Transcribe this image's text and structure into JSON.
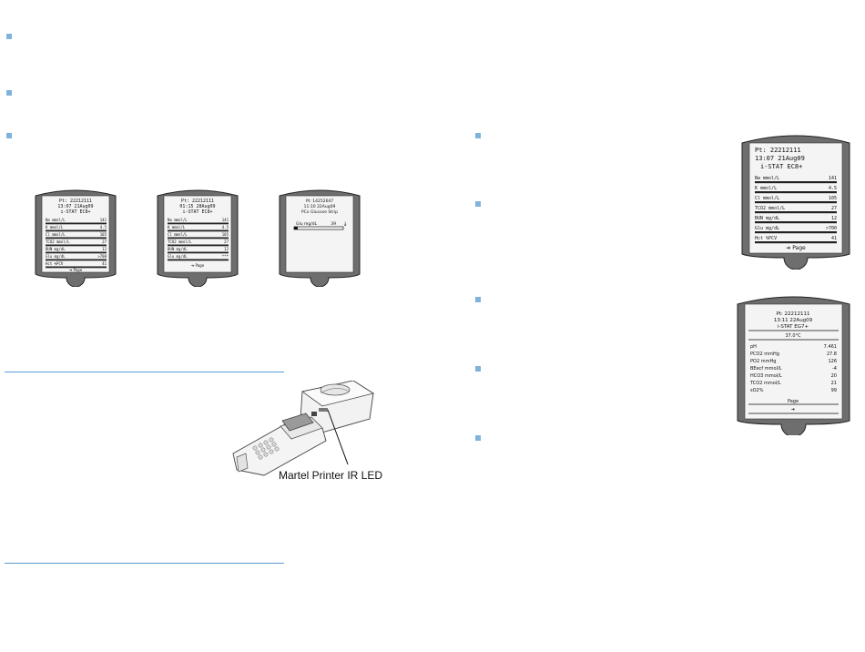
{
  "screens": {
    "small1": {
      "lines": [
        "Pt: 22212111",
        "13:07 21Aug09",
        "i-STAT EC8+"
      ],
      "rows": [
        {
          "label": "Na mmol/L",
          "value": "141"
        },
        {
          "label": "K mmol/L",
          "value": "4.5"
        },
        {
          "label": "Cl mmol/L",
          "value": "105"
        },
        {
          "label": "TCO2 mmol/L",
          "value": "27"
        },
        {
          "label": "BUN mg/dL",
          "value": "12"
        },
        {
          "label": "Glu mg/dL",
          "value": ">700"
        },
        {
          "label": "Hct %PCV",
          "value": "41"
        }
      ],
      "page": "➔ Page"
    },
    "small2": {
      "lines": [
        "Pt: 22212111",
        "01:15 28Aug09",
        "i-STAT EC8+"
      ],
      "rows": [
        {
          "label": "Na mmol/L",
          "value": "141"
        },
        {
          "label": "K mmol/L",
          "value": "4.5"
        },
        {
          "label": "Cl mmol/L",
          "value": "105"
        },
        {
          "label": "TCO2 mmol/L",
          "value": "27"
        },
        {
          "label": "BUN mg/dL",
          "value": "12"
        },
        {
          "label": "Glu mg/dL",
          "value": "***"
        }
      ],
      "page": "➔ Page"
    },
    "small3": {
      "lines": [
        "Pt: 14252647",
        "11:10 22Aug09",
        "PCx Glucose Strip"
      ],
      "glucose_label": "Glu mg/dL",
      "glucose_value": "39",
      "arrow": "↓"
    },
    "big1": {
      "lines": [
        "Pt: 22212111",
        "13:07 21Aug09",
        "i-STAT EC8+"
      ],
      "rows": [
        {
          "label": "Na mmol/L",
          "value": "141"
        },
        {
          "label": "K mmol/L",
          "value": "4.5"
        },
        {
          "label": "Cl mmol/L",
          "value": "105"
        },
        {
          "label": "TCO2 mmol/L",
          "value": "27"
        },
        {
          "label": "BUN mg/dL",
          "value": "12"
        },
        {
          "label": "Glu mg/dL",
          "value": ">700"
        },
        {
          "label": "Hct %PCV",
          "value": "41"
        }
      ],
      "page": "➔ Page"
    },
    "big2": {
      "lines": [
        "Pt: 22212111",
        "13:11 22Aug09",
        "i-STAT EG7+"
      ],
      "temp": "37.0°C",
      "rows": [
        {
          "label": "pH",
          "value": "7.461"
        },
        {
          "label": "PCO2 mmHg",
          "value": "27.8"
        },
        {
          "label": "PO2 mmHg",
          "value": "126"
        },
        {
          "label": "BEecf mmol/L",
          "value": "-4"
        },
        {
          "label": "HCO3 mmol/L",
          "value": "20"
        },
        {
          "label": "TCO2 mmol/L",
          "value": "21"
        },
        {
          "label": "sO2%",
          "value": "99"
        }
      ],
      "page": "Page",
      "arrow": "➔"
    }
  },
  "printer_caption": "Martel Printer IR LED"
}
